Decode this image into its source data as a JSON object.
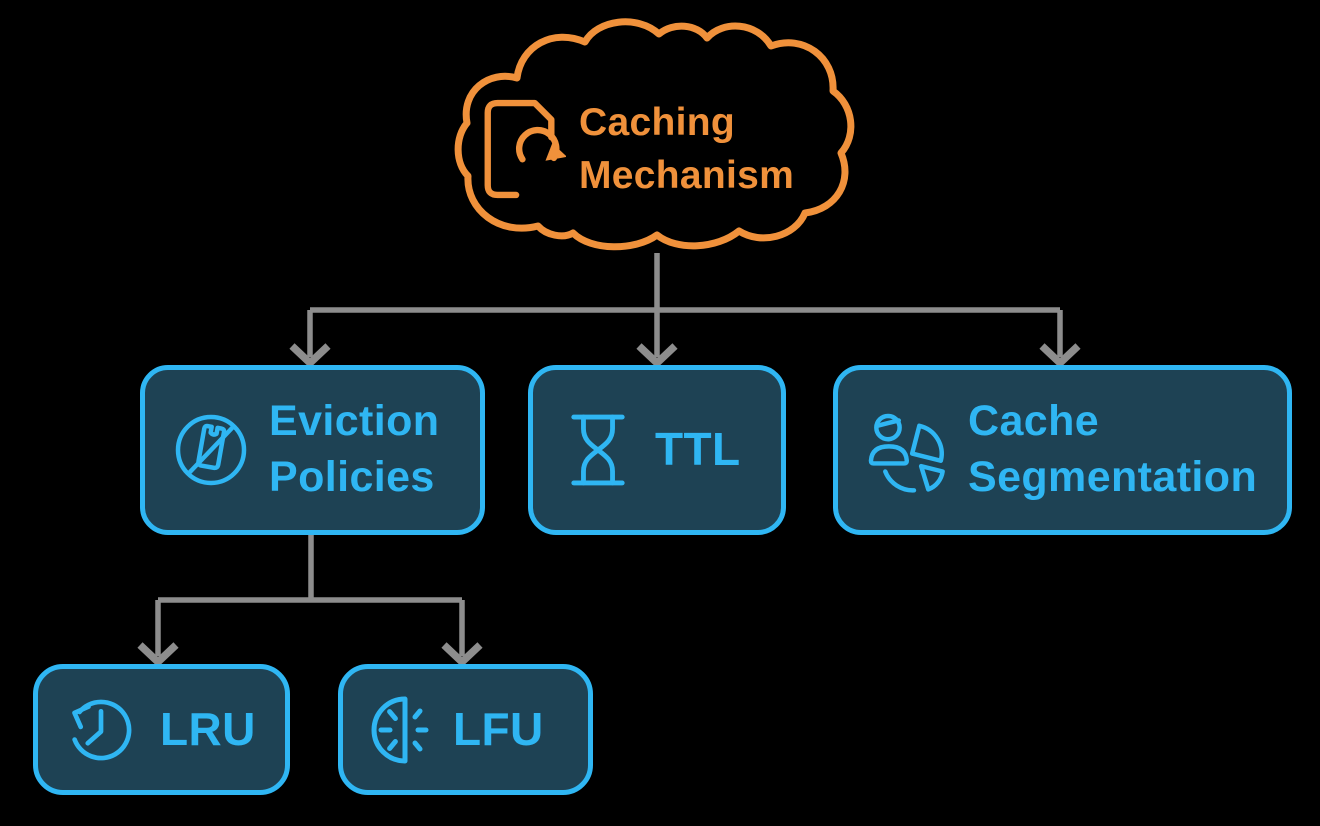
{
  "diagram_title": "Caching Mechanism",
  "root": {
    "label": "Caching Mechanism",
    "icon": "refresh-document-icon",
    "shape": "cloud-outline"
  },
  "nodes": [
    {
      "id": "eviction-policies",
      "label": "Eviction Policies",
      "icon": "no-plastic-bag-icon"
    },
    {
      "id": "ttl",
      "label": "TTL",
      "icon": "hourglass-icon"
    },
    {
      "id": "cache-segmentation",
      "label": "Cache Segmentation",
      "icon": "user-pie-segments-icon"
    },
    {
      "id": "lru",
      "label": "LRU",
      "icon": "clock-history-icon"
    },
    {
      "id": "lfu",
      "label": "LFU",
      "icon": "half-dial-frequency-icon"
    }
  ],
  "edges": [
    {
      "from": "caching-mechanism",
      "to": "eviction-policies"
    },
    {
      "from": "caching-mechanism",
      "to": "ttl"
    },
    {
      "from": "caching-mechanism",
      "to": "cache-segmentation"
    },
    {
      "from": "eviction-policies",
      "to": "lru"
    },
    {
      "from": "eviction-policies",
      "to": "lfu"
    }
  ],
  "colors": {
    "accent_orange": "#F0913B",
    "accent_cyan": "#2FB6F3",
    "node_fill": "#1E4254",
    "connector_gray": "#8D8D8D",
    "background": "#000000"
  }
}
